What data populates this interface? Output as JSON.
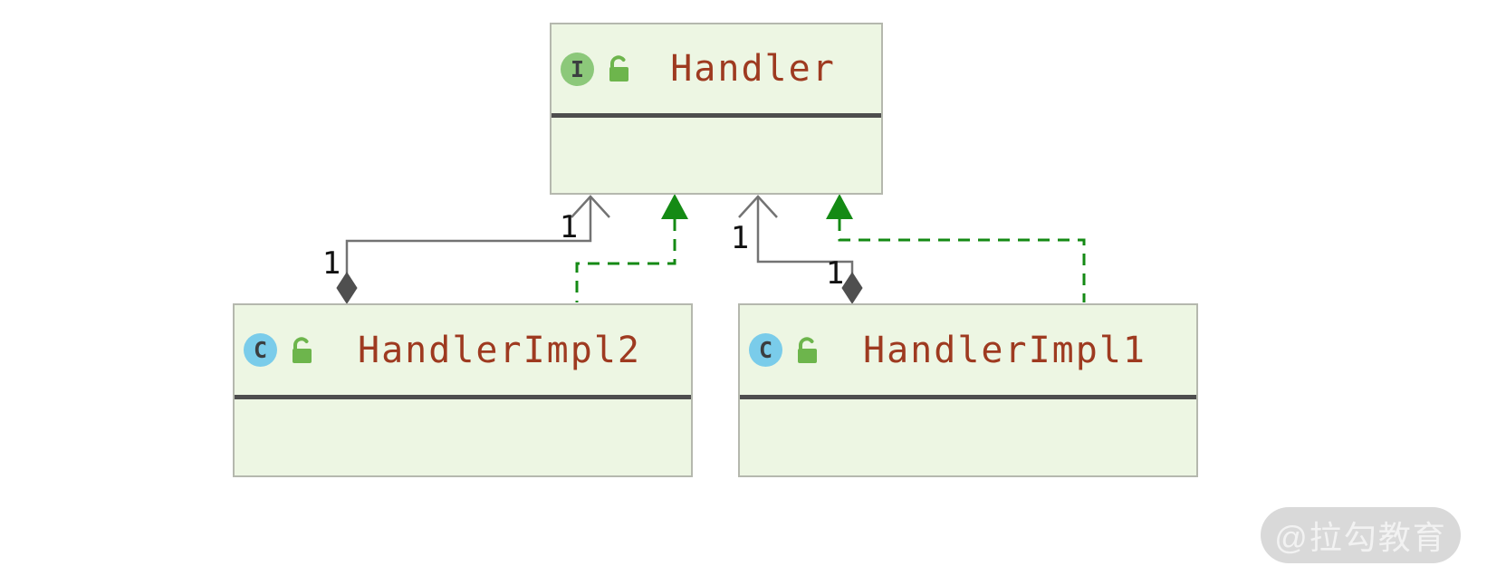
{
  "diagram": {
    "nodes": [
      {
        "id": "handler",
        "kind": "interface",
        "icon_letter": "I",
        "name": "Handler"
      },
      {
        "id": "handlerimpl2",
        "kind": "class",
        "icon_letter": "C",
        "name": "HandlerImpl2"
      },
      {
        "id": "handlerimpl1",
        "kind": "class",
        "icon_letter": "C",
        "name": "HandlerImpl1"
      }
    ],
    "edges": [
      {
        "from": "HandlerImpl2",
        "to": "Handler",
        "type": "aggregation",
        "target_multiplicity": "1",
        "source_multiplicity": "1"
      },
      {
        "from": "HandlerImpl1",
        "to": "Handler",
        "type": "aggregation",
        "target_multiplicity": "1",
        "source_multiplicity": "1"
      },
      {
        "from": "HandlerImpl2",
        "to": "Handler",
        "type": "realization"
      },
      {
        "from": "HandlerImpl1",
        "to": "Handler",
        "type": "realization"
      }
    ],
    "colors": {
      "node_fill": "#edf6e3",
      "node_border": "#b5b8ae",
      "header_divider": "#4d4d4d",
      "class_name_text": "#9e3a20",
      "interface_badge": "#8cc87a",
      "class_badge": "#7accea",
      "lock_icon": "#6db54c",
      "aggregation_edge": "#737373",
      "aggregation_diamond": "#4f4f4f",
      "realization_edge": "#148a14",
      "multiplicity_text": "#111111",
      "watermark_bg": "#d9d9d9",
      "watermark_text": "#f2f2f2"
    }
  },
  "watermark": {
    "text": "@拉勾教育"
  }
}
